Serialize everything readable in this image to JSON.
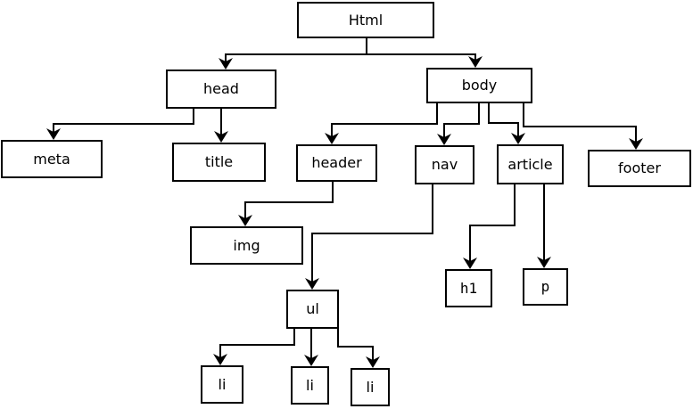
{
  "diagram": {
    "type": "tree",
    "colors": {
      "background": "#ffffff",
      "line": "#000000",
      "box_fill": "#ffffff",
      "text": "#000000"
    },
    "nodes": {
      "html": "Html",
      "head": "head",
      "body": "body",
      "meta": "meta",
      "title": "title",
      "header": "header",
      "nav": "nav",
      "article": "article",
      "footer": "footer",
      "img": "img",
      "ul": "ul",
      "h1": "h1",
      "p": "p",
      "li1": "li",
      "li2": "li",
      "li3": "li"
    },
    "edges": [
      {
        "from": "html",
        "to": "head"
      },
      {
        "from": "html",
        "to": "body"
      },
      {
        "from": "head",
        "to": "meta"
      },
      {
        "from": "head",
        "to": "title"
      },
      {
        "from": "body",
        "to": "header"
      },
      {
        "from": "body",
        "to": "nav"
      },
      {
        "from": "body",
        "to": "article"
      },
      {
        "from": "body",
        "to": "footer"
      },
      {
        "from": "header",
        "to": "img"
      },
      {
        "from": "nav",
        "to": "ul"
      },
      {
        "from": "article",
        "to": "h1"
      },
      {
        "from": "article",
        "to": "p"
      },
      {
        "from": "ul",
        "to": "li1"
      },
      {
        "from": "ul",
        "to": "li2"
      },
      {
        "from": "ul",
        "to": "li3"
      }
    ]
  }
}
